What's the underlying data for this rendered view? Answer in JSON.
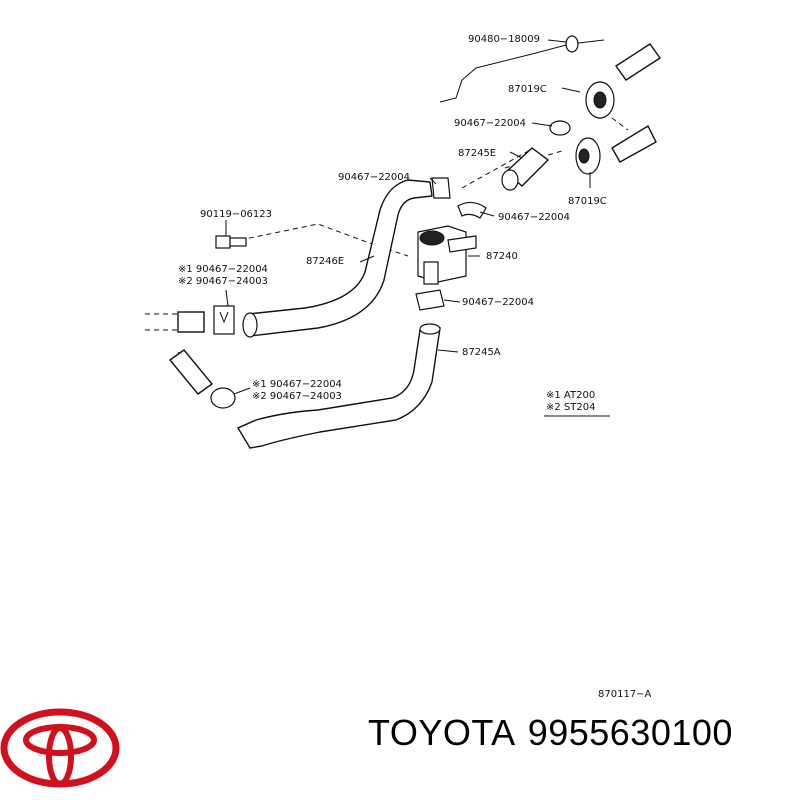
{
  "diagram": {
    "callouts": {
      "p90480": "90480−18009",
      "p87019c_top": "87019C",
      "p90467_a": "90467−22004",
      "p87245e": "87245E",
      "p90467_b": "90467−22004",
      "p87019c_bottom": "87019C",
      "p90467_c": "90467−22004",
      "p90119": "90119−06123",
      "p87246e": "87246E",
      "p87240": "87240",
      "p90467_d": "90467−22004",
      "p87245a": "87245A",
      "note_left_1": "※1 90467−22004",
      "note_left_2": "※2 90467−24003",
      "note_bottom_1": "※1 90467−22004",
      "note_bottom_2": "※2 90467−24003",
      "legend_1": "※1 AT200",
      "legend_2": "※2 ST204"
    },
    "drawing_id": "870117−A"
  },
  "brand": {
    "name": "TOYOTA",
    "part_number": "9955630100",
    "logo_color": "#d0101c"
  }
}
